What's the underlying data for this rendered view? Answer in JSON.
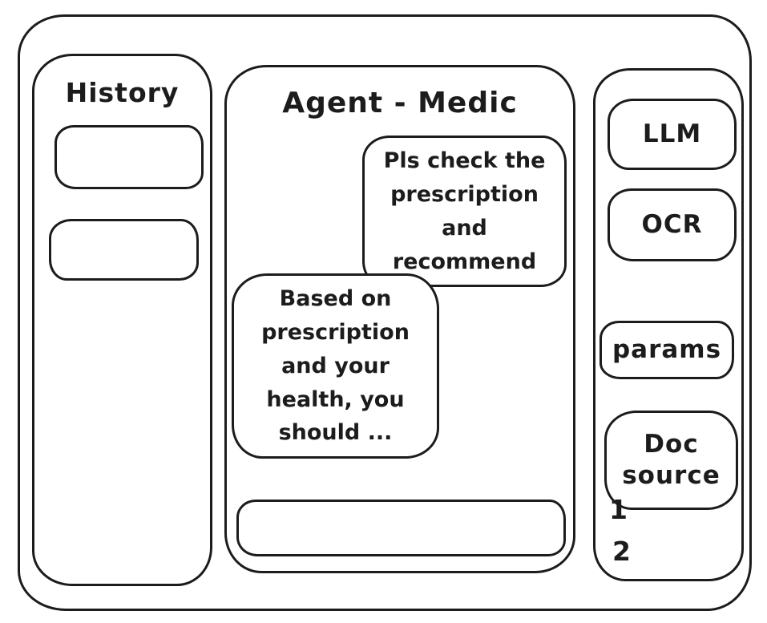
{
  "colors": {
    "stroke": "#1c1c1c",
    "background": "#ffffff"
  },
  "history_sidebar": {
    "title": "History",
    "items": [
      {
        "label": ""
      },
      {
        "label": ""
      }
    ]
  },
  "chat": {
    "title": "Agent - Medic",
    "messages": [
      {
        "role": "user",
        "text": "Pls check the\nprescription\nand recommend"
      },
      {
        "role": "assistant",
        "text": "Based on\nprescription\nand your\nhealth, you\nshould ..."
      }
    ],
    "input": {
      "value": "",
      "placeholder": ""
    }
  },
  "tools_sidebar": {
    "buttons": [
      {
        "label": "LLM"
      },
      {
        "label": "OCR"
      },
      {
        "label": "params"
      },
      {
        "label": "Doc source"
      }
    ],
    "doc_source_items": [
      "1",
      "2"
    ]
  }
}
